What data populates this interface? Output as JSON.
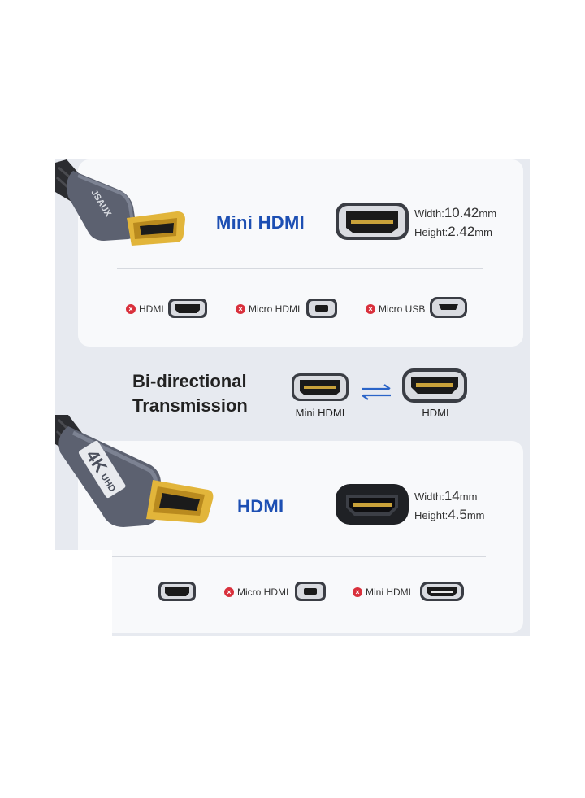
{
  "top_section": {
    "connector_title": "Mini HDMI",
    "width_label": "Width:",
    "width_value": "10.42",
    "width_unit": "mm",
    "height_label": "Height:",
    "height_value": "2.42",
    "height_unit": "mm",
    "brand_text": "JSAUX",
    "incompatible": [
      {
        "mark": "×",
        "label": "HDMI"
      },
      {
        "mark": "×",
        "label": "Micro HDMI"
      },
      {
        "mark": "×",
        "label": "Micro USB"
      }
    ]
  },
  "middle_section": {
    "heading_line1": "Bi-directional",
    "heading_line2": "Transmission",
    "left_port_label": "Mini HDMI",
    "right_port_label": "HDMI"
  },
  "bottom_section": {
    "connector_title": "HDMI",
    "width_label": "Width:",
    "width_value": "14",
    "width_unit": "mm",
    "height_label": "Height:",
    "height_value": "4.5",
    "height_unit": "mm",
    "badge_big": "4K",
    "badge_small": "UHD",
    "incompatible": [
      {
        "mark": "×",
        "label": "Micro HDMI"
      },
      {
        "mark": "×",
        "label": "Mini HDMI"
      }
    ]
  },
  "colors": {
    "title_blue": "#1d4fb3",
    "x_red": "#d9303c",
    "arrow_blue": "#2a64c8",
    "gold": "#e2b53a"
  }
}
